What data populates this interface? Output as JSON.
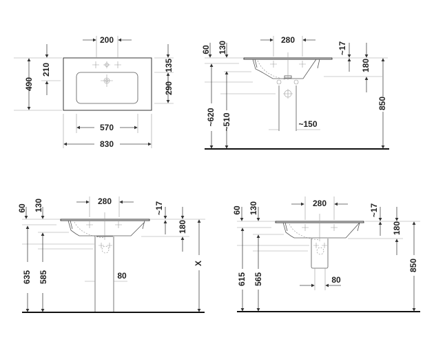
{
  "views": {
    "plan": {
      "dim_tap_spacing": "200",
      "dim_depth": "490",
      "dim_tap_to_drain": "210",
      "dim_edge_to_bowl": "135",
      "dim_bowl_depth": "290",
      "dim_bowl_width": "570",
      "dim_overall_width": "830"
    },
    "side_wall_hung": {
      "dim_taps": "280",
      "dim_60": "60",
      "dim_130": "130",
      "dim_17": "~17",
      "dim_180": "180",
      "dim_850": "850",
      "dim_620": "~620",
      "dim_510": "~510",
      "dim_150": "~150"
    },
    "side_pedestal": {
      "dim_taps": "280",
      "dim_60": "60",
      "dim_130": "130",
      "dim_17": "~17",
      "dim_180": "180",
      "dim_x": "X",
      "dim_635": "635",
      "dim_585": "585",
      "dim_80": "80"
    },
    "side_semi_pedestal": {
      "dim_taps": "280",
      "dim_60": "60",
      "dim_130": "130",
      "dim_17": "~17",
      "dim_180": "180",
      "dim_850": "850",
      "dim_615": "615",
      "dim_565": "565",
      "dim_80": "80"
    }
  }
}
